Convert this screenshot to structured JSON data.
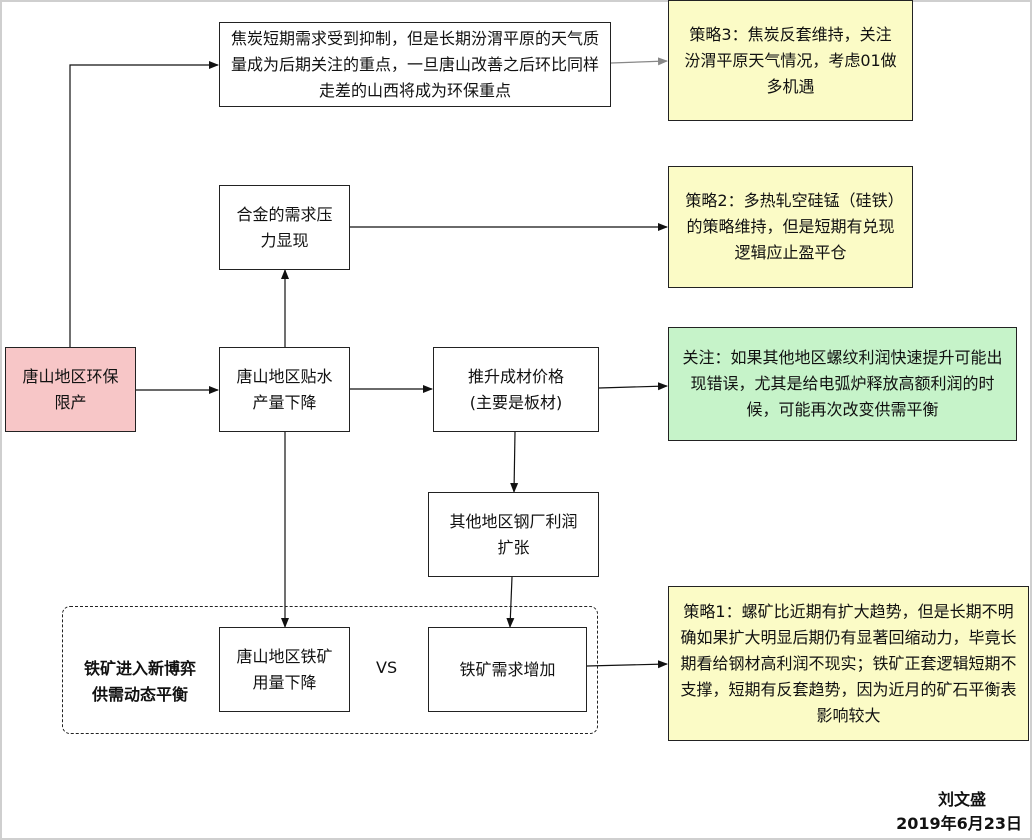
{
  "nodes": {
    "tangshan_restrict": "唐山地区环保限产",
    "coke_demand": "焦炭短期需求受到抑制，但是长期汾渭平原的天气质量成为后期关注的重点，一旦唐山改善之后环比同样走差的山西将成为环保重点",
    "alloy_pressure": "合金的需求压力显现",
    "hot_metal_drop": "唐山地区贴水产量下降",
    "push_prices": "推升成材价格\n(主要是板材)",
    "other_mills_profit": "其他地区钢厂利润扩张",
    "ore_use_drop": "唐山地区铁矿用量下降",
    "ore_demand_up": "铁矿需求增加"
  },
  "vs_text": "VS",
  "group_label": "铁矿进入新博弈\n供需动态平衡",
  "strategies": {
    "s3": "策略3：焦炭反套维持，关注汾渭平原天气情况，考虑01做多机遇",
    "s2": "策略2：多热轧空硅锰（硅铁）的策略维持，但是短期有兑现逻辑应止盈平仓",
    "focus": "关注：如果其他地区螺纹利润快速提升可能出现错误，尤其是给电弧炉释放高额利润的时候，可能再次改变供需平衡",
    "s1": "策略1：螺矿比近期有扩大趋势，但是长期不明确如果扩大明显后期仍有显著回缩动力，毕竟长期看给钢材高利润不现实；铁矿正套逻辑短期不支撑，短期有反套趋势，因为近月的矿石平衡表影响较大"
  },
  "author": {
    "name": "刘文盛",
    "date": "2019年6月23日"
  },
  "colors": {
    "red": "#f7c6c7",
    "yellow": "#fbfbc6",
    "green": "#c6f3c9"
  }
}
